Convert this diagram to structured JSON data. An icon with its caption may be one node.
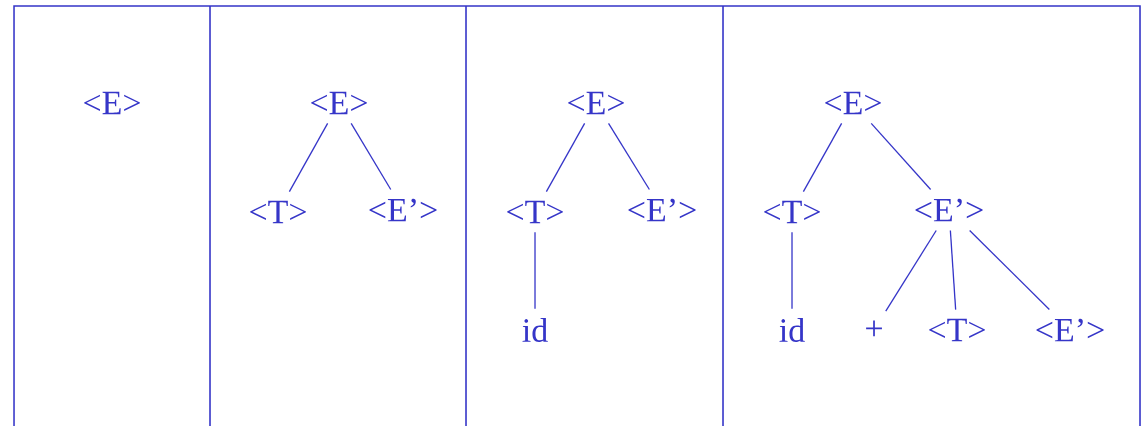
{
  "diagram": {
    "nodes": [
      {
        "text": [
          "<E>"
        ]
      },
      {
        "text": [
          "<E>"
        ]
      },
      {
        "text": [
          "<T>"
        ]
      },
      {
        "text": [
          "<E’>"
        ]
      },
      {
        "text": [
          "<E>"
        ]
      },
      {
        "text": [
          "<T>"
        ]
      },
      {
        "text": [
          "<E’>"
        ]
      },
      {
        "text": [
          "id"
        ]
      },
      {
        "text": [
          "<E>"
        ]
      },
      {
        "text": [
          "<T>"
        ]
      },
      {
        "text": [
          "<E’>"
        ]
      },
      {
        "text": [
          "id"
        ]
      },
      {
        "text": [
          "+"
        ]
      },
      {
        "text": [
          "<T>"
        ]
      },
      {
        "text": [
          "<E’>"
        ]
      }
    ],
    "edges": [
      {
        "from": 1,
        "to": 2,
        "arrow": "none"
      },
      {
        "from": 1,
        "to": 3,
        "arrow": "none"
      },
      {
        "from": 4,
        "to": 5,
        "arrow": "none"
      },
      {
        "from": 4,
        "to": 6,
        "arrow": "none"
      },
      {
        "from": 5,
        "to": 7,
        "arrow": "none"
      },
      {
        "from": 8,
        "to": 9,
        "arrow": "none"
      },
      {
        "from": 8,
        "to": 10,
        "arrow": "none"
      },
      {
        "from": 9,
        "to": 11,
        "arrow": "none"
      },
      {
        "from": 10,
        "to": 12,
        "arrow": "none"
      },
      {
        "from": 10,
        "to": 13,
        "arrow": "none"
      },
      {
        "from": 10,
        "to": 14,
        "arrow": "none"
      }
    ]
  }
}
